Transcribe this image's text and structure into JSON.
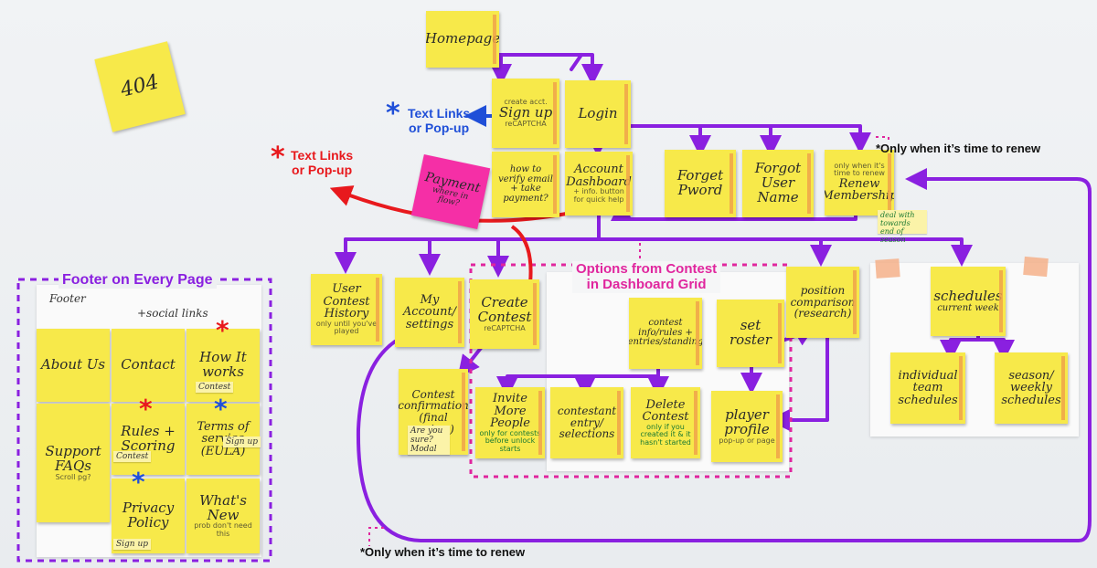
{
  "colors": {
    "purple": "#8a20e0",
    "blue": "#1f4fd8",
    "red": "#e8191d",
    "magenta": "#e0269e",
    "note": "#f7e94a",
    "pink_note": "#f52fa6"
  },
  "notes": {
    "homepage": "Homepage",
    "404": "404",
    "signup_top": "create acct.",
    "signup": "Sign up",
    "signup_small": "reCAPTCHA",
    "login": "Login",
    "verify": "how to verify email + take payment?",
    "account_dashboard": "Account Dashboard",
    "account_small": "+ info. button for quick help",
    "payment": "Payment",
    "payment_sub": "where in flow?",
    "forget_pword": "Forget Pword",
    "forgot_user": "Forgot User Name",
    "renew": "Renew Membership",
    "renew_top": "only when it's time to renew",
    "renew_green": "deal with towards end of season",
    "user_history": "User Contest History",
    "history_small": "only until you've played",
    "my_account": "My Account/ settings",
    "create_contest": "Create Contest",
    "create_small": "reCAPTCHA",
    "contest_conf": "Contest confirmation (final review)",
    "conf_mini": "Are you sure? Modal",
    "contest_info": "contest info/rules + entries/standing",
    "set_roster": "set roster",
    "position_comp": "position comparison (research)",
    "invite": "Invite More People",
    "invite_green": "only for contests before unlock starts",
    "contestant": "contestant entry/ selections",
    "delete": "Delete Contest",
    "delete_green": "only if you created it & it hasn't started",
    "player_profile": "player profile",
    "player_small": "pop-up or page",
    "schedules": "schedules",
    "schedules_sub": "current week",
    "team_schedules": "individual team schedules",
    "weekly_schedules": "season/ weekly schedules",
    "footer": "Footer",
    "social": "+social links",
    "about": "About Us",
    "contact": "Contact",
    "how_works": "How It works",
    "how_mini": "Contest",
    "support": "Support FAQs",
    "support_small": "Scroll pg?",
    "rules": "Rules + Scoring",
    "rules_mini": "Contest",
    "terms": "Terms of service (EULA)",
    "terms_mini": "Sign up",
    "privacy": "Privacy Policy",
    "privacy_mini": "Sign up",
    "whats_new": "What's New",
    "whats_small": "prob don't need this"
  },
  "labels": {
    "text_links_blue": "Text Links\nor Pop-up",
    "text_links_red": "Text Links\nor Pop-up",
    "only_renew_right": "*Only when it’s time to renew",
    "only_renew_bottom": "*Only when it’s time to renew",
    "options_grid": "Options from Contest\nin Dashboard Grid",
    "footer_every_page": "Footer on Every Page"
  }
}
